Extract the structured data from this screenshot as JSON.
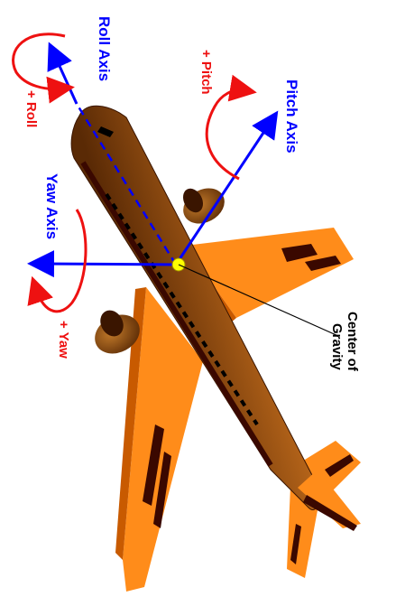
{
  "labels": {
    "roll_axis": "Roll  Axis",
    "pitch_axis": "Pitch  Axis",
    "yaw_axis": "Yaw  Axis",
    "plus_roll": "+ Roll",
    "plus_pitch": "+ Pitch",
    "plus_yaw": "+ Yaw",
    "cg_line1": "Center of",
    "cg_line2": "Gravity"
  },
  "colors": {
    "axis": "#0000ff",
    "rotation": "#ee1111",
    "fuselage": "#a0520f",
    "wing": "#ff8c1a",
    "dark": "#3a0800",
    "cg": "#ffff00"
  }
}
